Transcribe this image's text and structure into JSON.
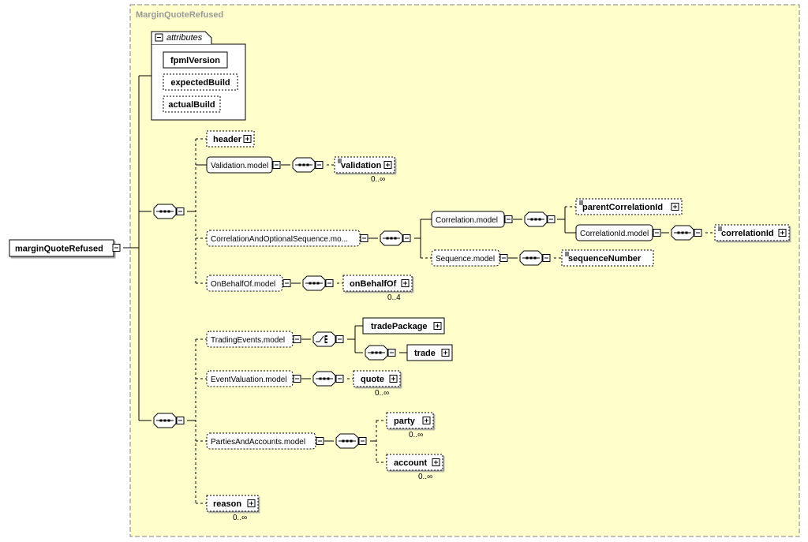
{
  "root": {
    "label": "marginQuoteRefused"
  },
  "type_box": {
    "title": "MarginQuoteRefused"
  },
  "attributes": {
    "label": "attributes",
    "items": [
      {
        "label": "fpmlVersion",
        "required": true
      },
      {
        "label": "expectedBuild",
        "required": false
      },
      {
        "label": "actualBuild",
        "required": false
      }
    ]
  },
  "elements": {
    "header": "header",
    "validation_model": "Validation.model",
    "validation": "validation",
    "validation_card": "0..∞",
    "correlation_seq": "CorrelationAndOptionalSequence.mo...",
    "correlation_model": "Correlation.model",
    "parent_correlation_id": "parentCorrelationId",
    "correlation_id_model": "CorrelationId.model",
    "correlation_id": "correlationId",
    "sequence_model": "Sequence.model",
    "sequence_number": "sequenceNumber",
    "on_behalf_of_model": "OnBehalfOf.model",
    "on_behalf_of": "onBehalfOf",
    "on_behalf_of_card": "0..4",
    "trading_events_model": "TradingEvents.model",
    "trade_package": "tradePackage",
    "trade": "trade",
    "event_valuation_model": "EventValuation.model",
    "quote": "quote",
    "quote_card": "0..∞",
    "parties_model": "PartiesAndAccounts.model",
    "party": "party",
    "party_card": "0..∞",
    "account": "account",
    "account_card": "0..∞",
    "reason": "reason",
    "reason_card": "0..∞"
  },
  "colors": {
    "type_fill": "#ffffcc",
    "box_fill": "#ffffff",
    "line": "#000000",
    "title": "#999999"
  }
}
